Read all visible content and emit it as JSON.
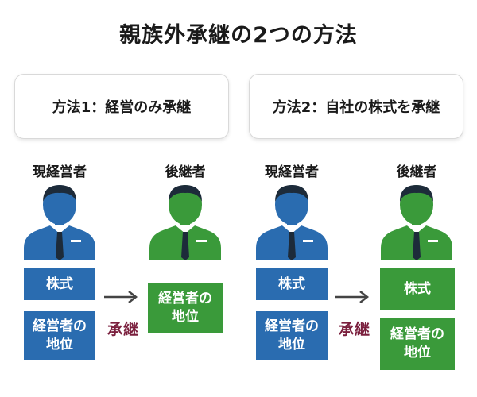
{
  "title": "親族外承継の2つの方法",
  "colors": {
    "blue": "#2a6cb0",
    "green": "#3a9a3a",
    "accent": "#7a1f3d"
  },
  "methods": [
    {
      "label": "方法1：経営のみ承継",
      "current_role": "現経営者",
      "successor_role": "後継者",
      "current_blocks": [
        "株式",
        "経営者の\n地位"
      ],
      "successor_blocks": [
        "経営者の\n地位"
      ],
      "transfer_label": "承継"
    },
    {
      "label": "方法2：自社の株式を承継",
      "current_role": "現経営者",
      "successor_role": "後継者",
      "current_blocks": [
        "株式",
        "経営者の\n地位"
      ],
      "successor_blocks": [
        "株式",
        "経営者の\n地位"
      ],
      "transfer_label": "承継"
    }
  ]
}
